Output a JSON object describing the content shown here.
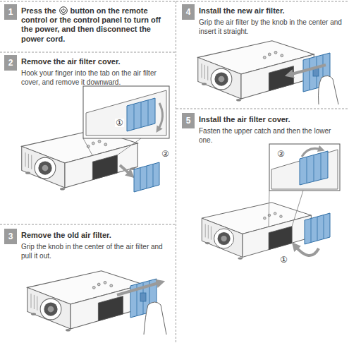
{
  "diagram": {
    "nodes": [
      {
        "text": [
          "1",
          "Press the",
          "button on the remote control or the control panel to turn off the power, and then disconnect the power cord."
        ]
      },
      {
        "text": [
          "2",
          "Remove the air filter cover.",
          "Hook your finger into the tab on the air filter cover, and remove it downward."
        ]
      },
      {
        "text": [
          "3",
          "Remove the old air filter.",
          "Grip the knob in the center of the air filter and pull it out."
        ]
      },
      {
        "text": [
          "4",
          "Install the new air filter.",
          "Grip the air filter by the knob in the center and insert it straight."
        ]
      },
      {
        "text": [
          "5",
          "Install the air filter cover.",
          "Fasten the upper catch and then the lower one."
        ]
      }
    ],
    "labels": [
      "①",
      "②",
      "②",
      "①"
    ]
  }
}
